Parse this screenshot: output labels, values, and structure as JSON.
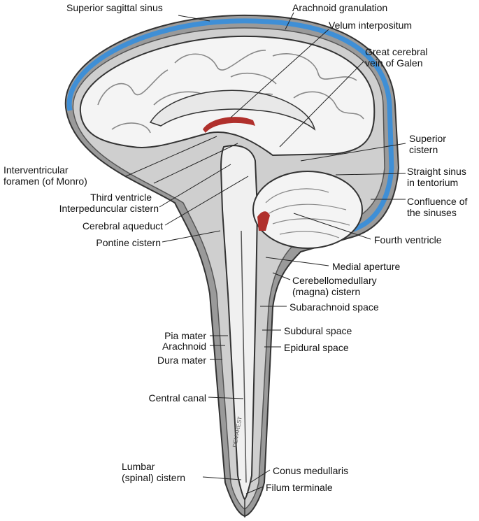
{
  "labels": {
    "superior_sagittal_sinus": "Superior sagittal sinus",
    "arachnoid_granulation": "Arachnoid granulation",
    "velum_interpositum": "Velum interpositum",
    "great_cerebral_vein_1": "Great cerebral",
    "great_cerebral_vein_2": "vein of Galen",
    "superior_cistern_1": "Superior",
    "superior_cistern_2": "cistern",
    "straight_sinus_1": "Straight sinus",
    "straight_sinus_2": "in tentorium",
    "confluence_1": "Confluence of",
    "confluence_2": "the sinuses",
    "fourth_ventricle": "Fourth ventricle",
    "medial_aperture": "Medial aperture",
    "cerebellomedullary_1": "Cerebellomedullary",
    "cerebellomedullary_2": "(magna) cistern",
    "subarachnoid_space": "Subarachnoid space",
    "subdural_space": "Subdural space",
    "epidural_space": "Epidural space",
    "conus_medullaris": "Conus medullaris",
    "filum_terminale": "Filum terminale",
    "interventricular_1": "Interventricular",
    "interventricular_2": "foramen (of Monro)",
    "third_ventricle": "Third ventricle",
    "interpeduncular_cistern": "Interpeduncular cistern",
    "cerebral_aqueduct": "Cerebral aqueduct",
    "pontine_cistern": "Pontine cistern",
    "pia_mater": "Pia mater",
    "arachnoid": "Arachnoid",
    "dura_mater": "Dura mater",
    "central_canal": "Central canal",
    "lumbar_cistern_1": "Lumbar",
    "lumbar_cistern_2": "(spinal) cistern"
  },
  "signature": "DEMAREST",
  "colors": {
    "sinus_blue": "#3f8fd6",
    "dura_gray": "#8c8c8c",
    "tissue_white": "#f4f4f4",
    "ventricle_red": "#b0302c",
    "outline": "#333333"
  }
}
